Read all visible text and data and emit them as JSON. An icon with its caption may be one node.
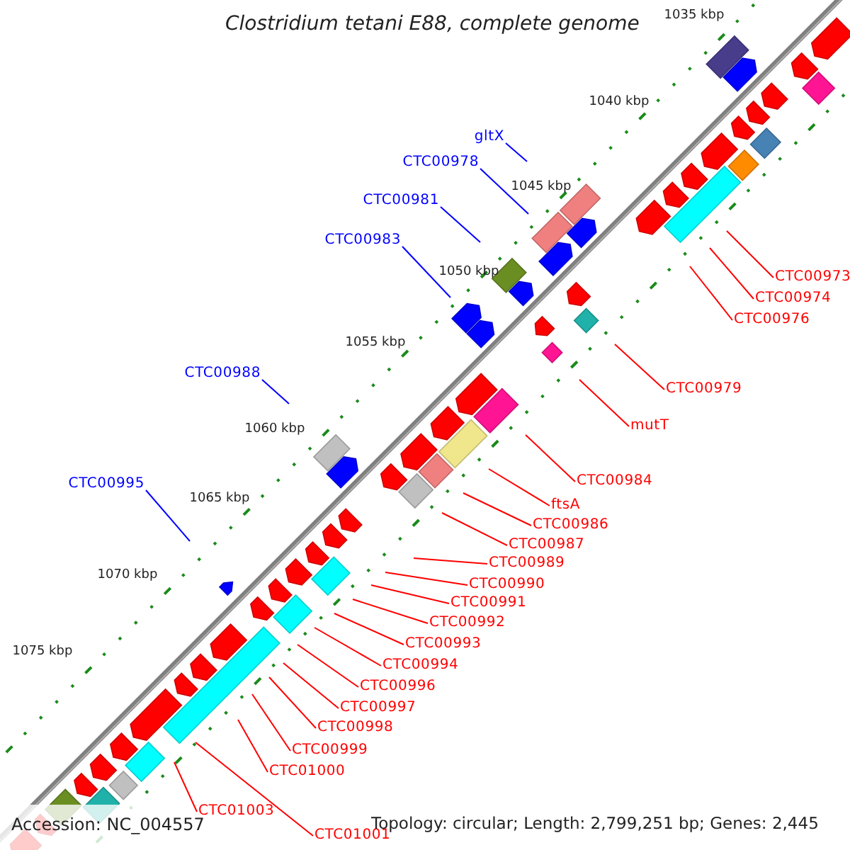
{
  "diagram": {
    "title": "Clostridium tetani E88, complete genome",
    "nodes": [
      {
        "text": [
          "gltX"
        ]
      },
      {
        "text": [
          "CTC00978"
        ]
      },
      {
        "text": [
          "CTC00981"
        ]
      },
      {
        "text": [
          "CTC00983"
        ]
      },
      {
        "text": [
          "CTC00988"
        ]
      },
      {
        "text": [
          "CTC00995"
        ]
      },
      {
        "text": [
          "CTC00973"
        ]
      },
      {
        "text": [
          "CTC00974"
        ]
      },
      {
        "text": [
          "CTC00976"
        ]
      },
      {
        "text": [
          "CTC00979"
        ]
      },
      {
        "text": [
          "mutT"
        ]
      },
      {
        "text": [
          "CTC00984"
        ]
      },
      {
        "text": [
          "ftsA"
        ]
      },
      {
        "text": [
          "CTC00986"
        ]
      },
      {
        "text": [
          "CTC00987"
        ]
      },
      {
        "text": [
          "CTC00989"
        ]
      },
      {
        "text": [
          "CTC00990"
        ]
      },
      {
        "text": [
          "CTC00991"
        ]
      },
      {
        "text": [
          "CTC00992"
        ]
      },
      {
        "text": [
          "CTC00993"
        ]
      },
      {
        "text": [
          "CTC00994"
        ]
      },
      {
        "text": [
          "CTC00996"
        ]
      },
      {
        "text": [
          "CTC00997"
        ]
      },
      {
        "text": [
          "CTC00998"
        ]
      },
      {
        "text": [
          "CTC00999"
        ]
      },
      {
        "text": [
          "CTC01000"
        ]
      },
      {
        "text": [
          "CTC01003"
        ]
      },
      {
        "text": [
          "CTC01001"
        ]
      }
    ],
    "edges": [
      {
        "from": 0,
        "to": null,
        "arrow": "none",
        "color": "#0000ff"
      },
      {
        "from": 1,
        "to": null,
        "arrow": "none",
        "color": "#0000ff"
      },
      {
        "from": 2,
        "to": null,
        "arrow": "none",
        "color": "#0000ff"
      },
      {
        "from": 3,
        "to": null,
        "arrow": "none",
        "color": "#0000ff"
      },
      {
        "from": 4,
        "to": null,
        "arrow": "none",
        "color": "#0000ff"
      },
      {
        "from": 5,
        "to": null,
        "arrow": "none",
        "color": "#0000ff"
      },
      {
        "from": 6,
        "to": null,
        "arrow": "none"
      },
      {
        "from": 7,
        "to": null,
        "arrow": "none"
      },
      {
        "from": 8,
        "to": null,
        "arrow": "none"
      },
      {
        "from": 9,
        "to": null,
        "arrow": "none"
      },
      {
        "from": 10,
        "to": null,
        "arrow": "none"
      },
      {
        "from": 11,
        "to": null,
        "arrow": "none"
      },
      {
        "from": 12,
        "to": null,
        "arrow": "none"
      },
      {
        "from": 13,
        "to": null,
        "arrow": "none"
      },
      {
        "from": 14,
        "to": null,
        "arrow": "none"
      },
      {
        "from": 15,
        "to": null,
        "arrow": "none"
      },
      {
        "from": 16,
        "to": null,
        "arrow": "none"
      },
      {
        "from": 17,
        "to": null,
        "arrow": "none"
      },
      {
        "from": 18,
        "to": null,
        "arrow": "none"
      },
      {
        "from": 19,
        "to": null,
        "arrow": "none"
      },
      {
        "from": 20,
        "to": null,
        "arrow": "none"
      },
      {
        "from": 21,
        "to": null,
        "arrow": "none"
      },
      {
        "from": 22,
        "to": null,
        "arrow": "none"
      },
      {
        "from": 23,
        "to": null,
        "arrow": "none"
      },
      {
        "from": 24,
        "to": null,
        "arrow": "none"
      },
      {
        "from": 25,
        "to": null,
        "arrow": "none"
      },
      {
        "from": 26,
        "to": null,
        "arrow": "none"
      },
      {
        "from": 27,
        "to": null,
        "arrow": "none"
      }
    ],
    "labels": [
      "1035 kbp",
      "1040 kbp",
      "1045 kbp",
      "1050 kbp",
      "1055 kbp",
      "1060 kbp",
      "1065 kbp",
      "1070 kbp",
      "1075 kbp",
      "Accession: NC_004557",
      "Topology: circular; Length: 2,799,251 bp; Genes: 2,445"
    ]
  }
}
